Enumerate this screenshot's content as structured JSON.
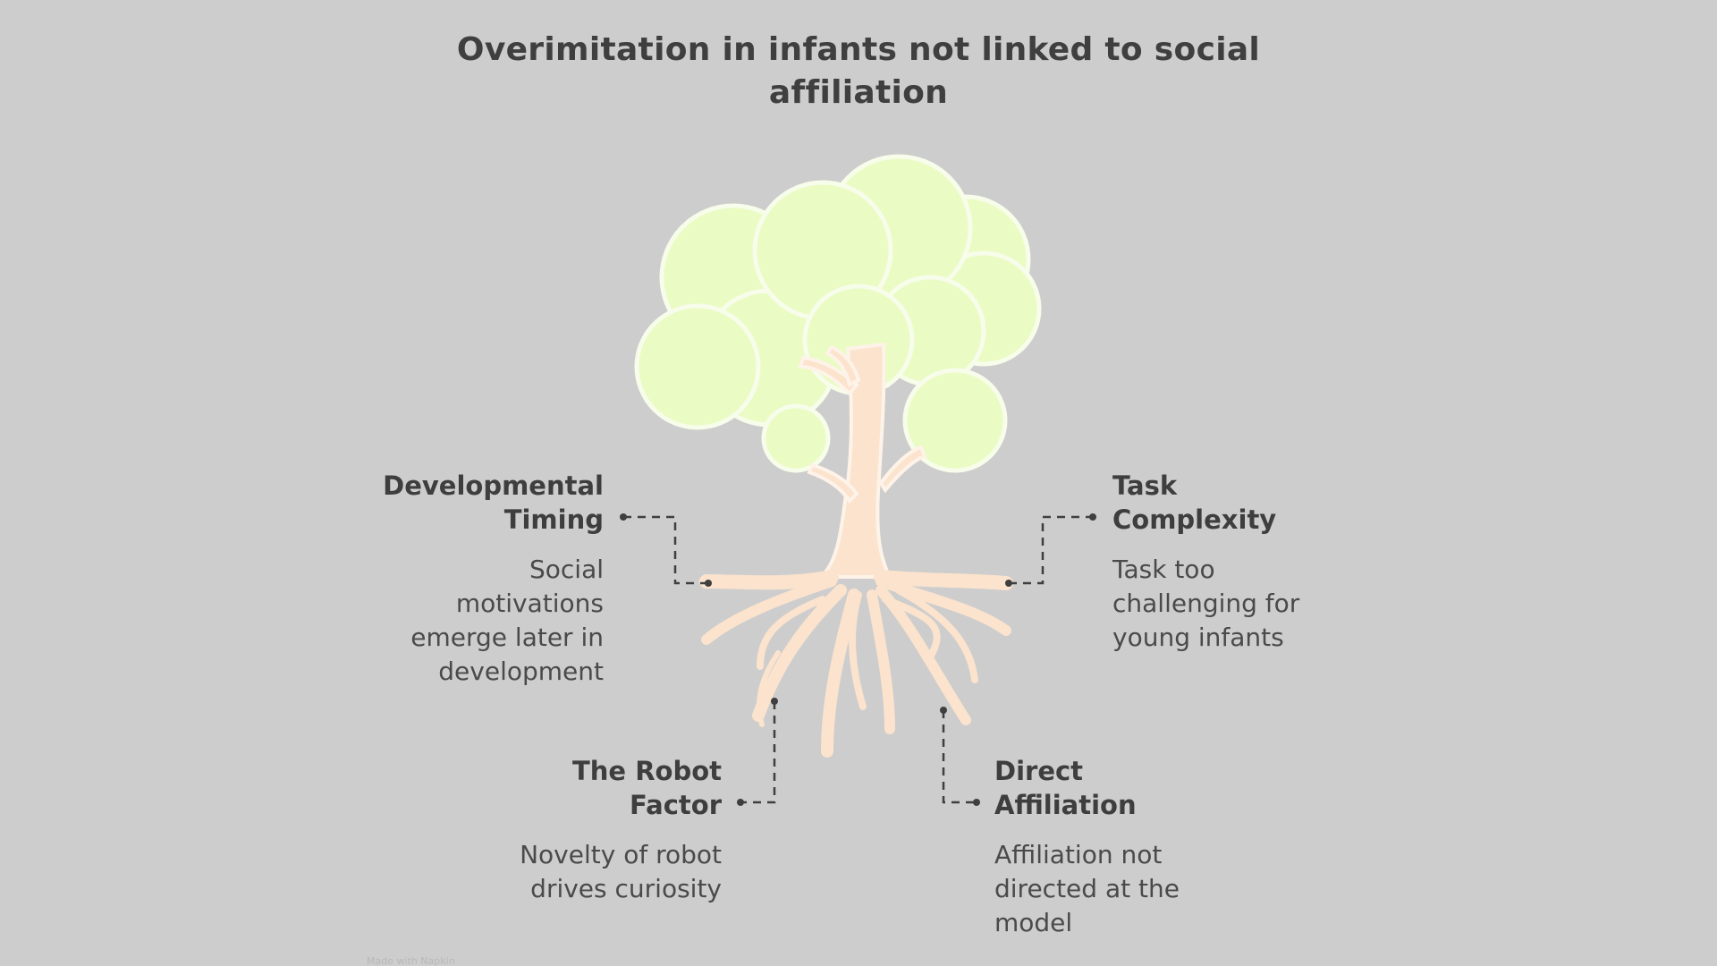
{
  "title": "Overimitation in infants not linked to social affiliation",
  "callouts": {
    "developmental_timing": {
      "heading": "Developmental Timing",
      "description": "Social motivations emerge later in development"
    },
    "task_complexity": {
      "heading": "Task Complexity",
      "description": "Task too challenging for young infants"
    },
    "robot_factor": {
      "heading": "The Robot Factor",
      "description": "Novelty of robot drives curiosity"
    },
    "direct_affiliation": {
      "heading": "Direct Affiliation",
      "description": "Affiliation not directed at the model"
    }
  },
  "footer": "Made with Napkin",
  "colors": {
    "background": "#cdcdcd",
    "canopy": "#eafbc4",
    "trunk": "#fbe3cd",
    "text": "#404040"
  }
}
